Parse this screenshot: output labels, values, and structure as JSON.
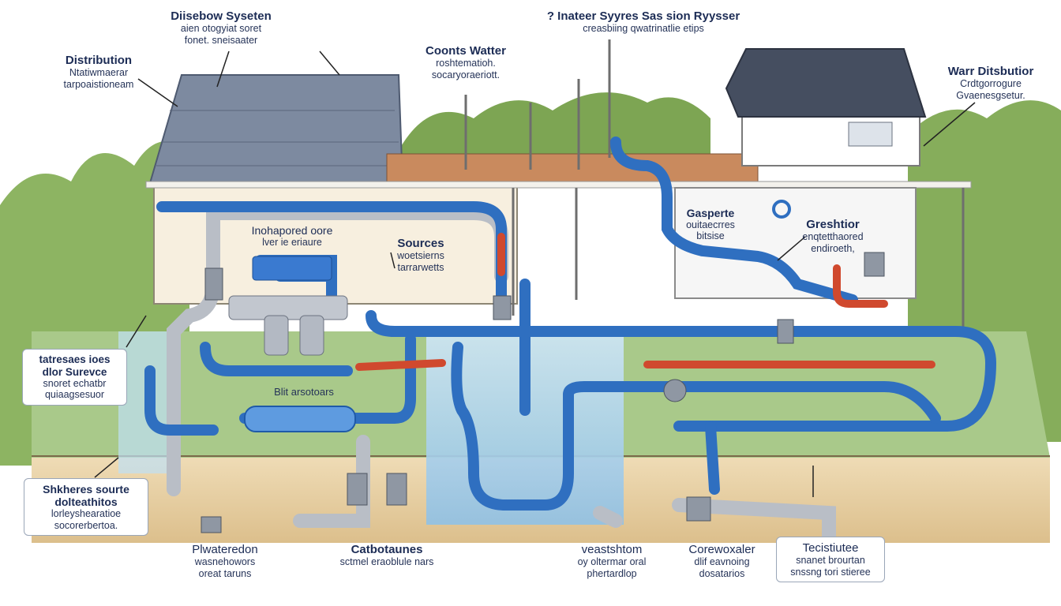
{
  "labels": {
    "top_left": {
      "title": "Diisebow Syseten",
      "sub1": "aien otogyiat soret",
      "sub2": "fonet. sneisaater"
    },
    "left_distribution": {
      "title": "Distribution",
      "sub1": "Ntatiwmaerar",
      "sub2": "tarpoaistioneam"
    },
    "counts_water": {
      "title": "Coonts Watter",
      "sub1": "roshtematioh.",
      "sub2": "socaryoraeriott."
    },
    "top_center": {
      "title": "? Inateer Syyres Sas sion Ryysser",
      "sub1": "creasbiing qwatrinatlie etips"
    },
    "water_distribution": {
      "title": "Warr Ditsbutior",
      "sub1": "Crdtgorrogure",
      "sub2": "Gvaenesgsetur."
    },
    "indoor": {
      "title": "Inohapored oore",
      "sub1": "lver ie eriaure"
    },
    "sources": {
      "title": "Sources",
      "sub1": "woetsierns",
      "sub2": "tarrarwetts"
    },
    "gasperto": {
      "title": "Gasperte",
      "sub1": "ouitaecrres",
      "sub2": "bitsise"
    },
    "greshtior": {
      "title": "Greshtior",
      "sub1": "enqtetthaored",
      "sub2": "endiroeth,"
    },
    "left_box": {
      "title": "tatresaes ioes",
      "sub1": "dlor Surevce",
      "sub2": "snoret echatbr",
      "sub3": "quiaagsesuor"
    },
    "blit": {
      "title": "Blit arsotoars"
    },
    "sheltered": {
      "title": "Shkheres sourte",
      "sub1": "dolteathitos",
      "sub2": "lorleyshearatioe",
      "sub3": "socorerbertoa."
    },
    "plwaterdon": {
      "title": "Plwateredon",
      "sub1": "wasnehowors",
      "sub2": "oreat taruns"
    },
    "catbotaines": {
      "title": "Catbotaunes",
      "sub1": "sctmel eraoblule nars"
    },
    "veastshtem": {
      "title": "veastshtom",
      "sub1": "oy oltermar oral",
      "sub2": "phertardlop"
    },
    "coreworaler": {
      "title": "Corewoxaler",
      "sub1": "dlif eavnoing",
      "sub2": "dosatarios"
    },
    "tecistiutee": {
      "title": "Tecistiutee",
      "sub1": "snanet brourtan",
      "sub2": "snssng tori stieree"
    }
  },
  "colors": {
    "pipe_blue": "#2f6fc0",
    "pipe_blue_light": "#5e9be0",
    "pipe_red": "#d0492e",
    "pipe_gray": "#b9bec6",
    "grass": "#7fa850",
    "soil": "#e6cfa3",
    "water": "#a9d3ef",
    "roof": "#5f6f86"
  }
}
